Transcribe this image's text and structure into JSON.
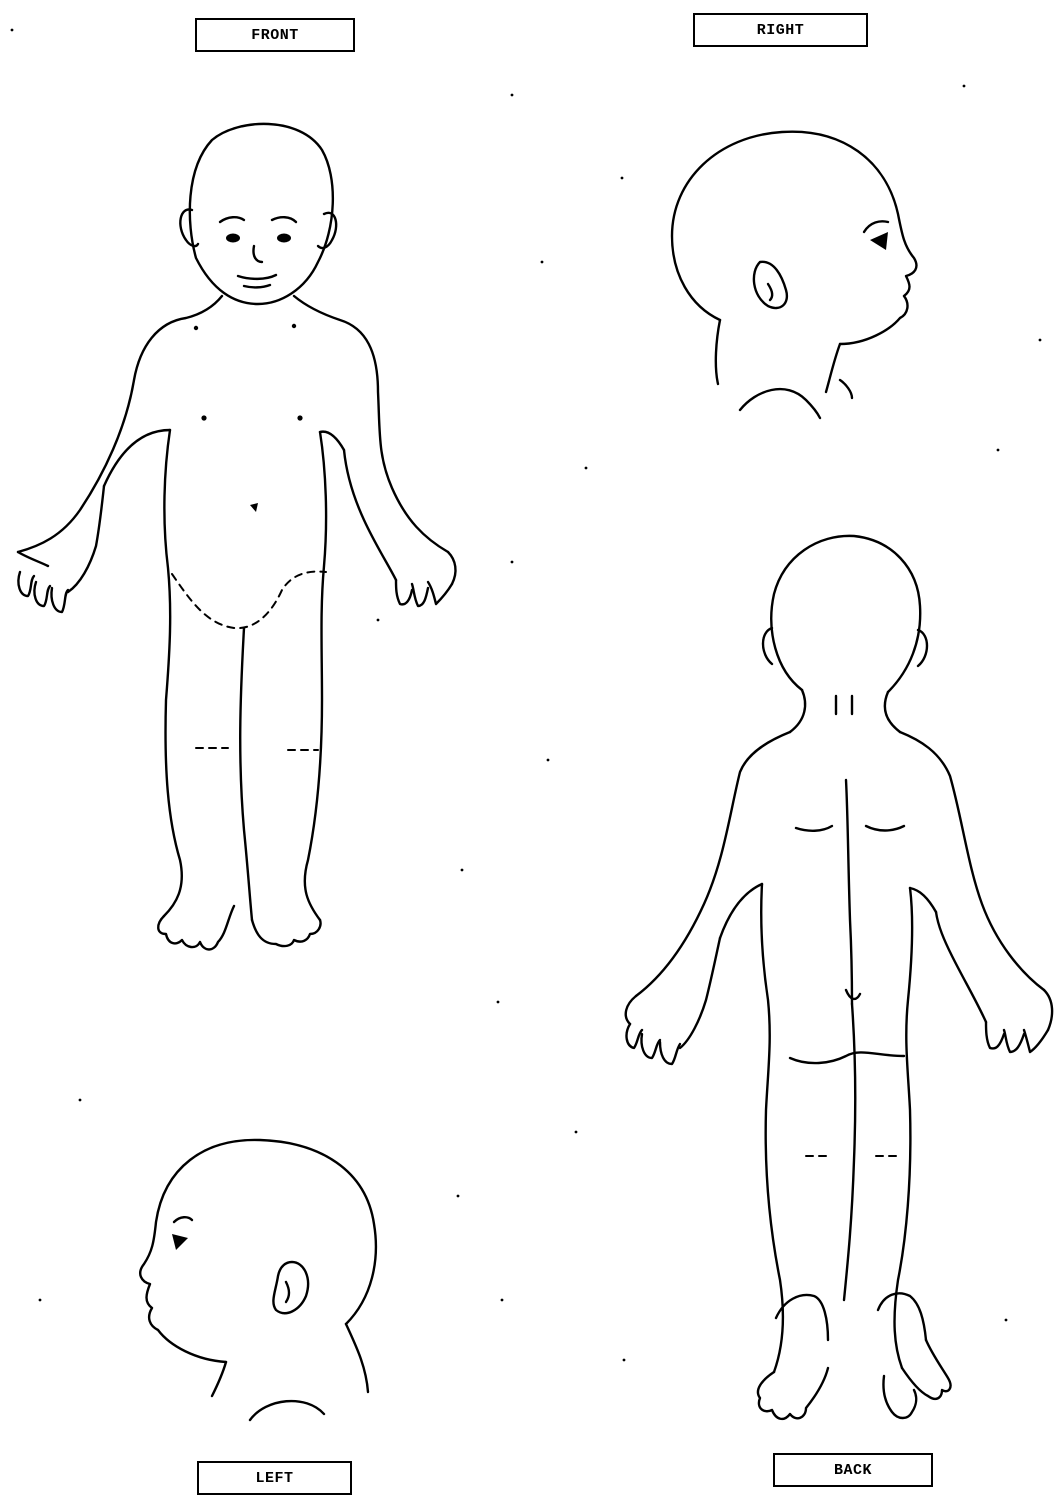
{
  "views": {
    "front": "FRONT",
    "right": "RIGHT",
    "left": "LEFT",
    "back": "BACK"
  }
}
